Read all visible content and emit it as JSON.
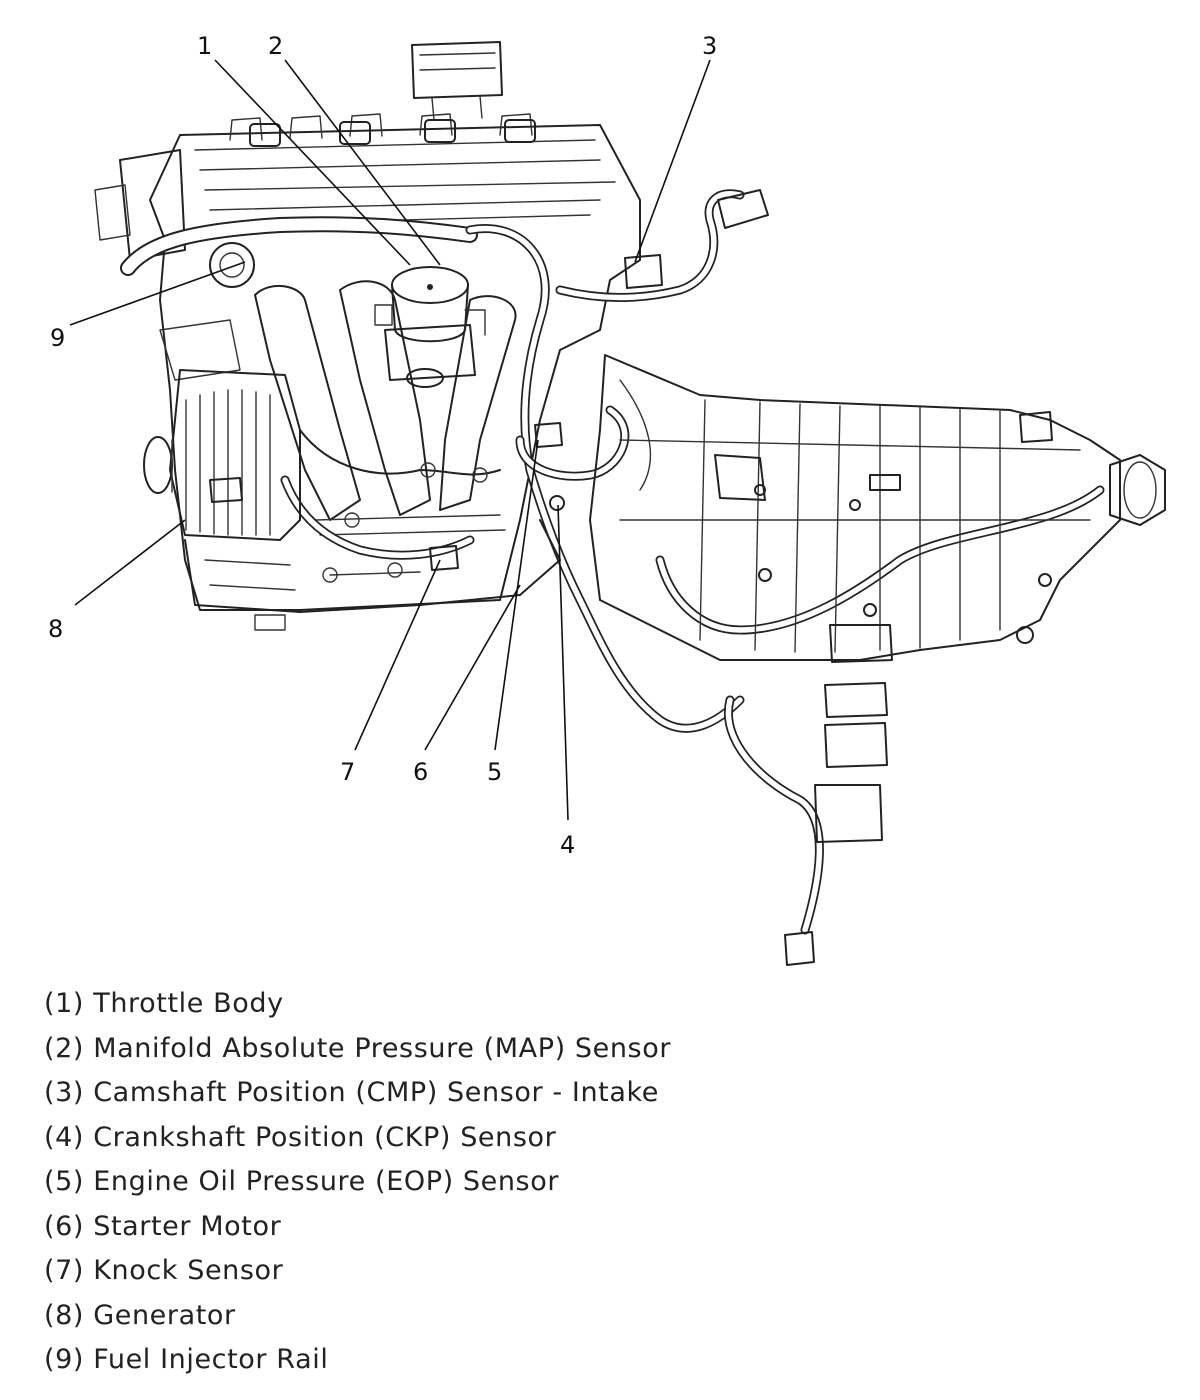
{
  "callouts": [
    {
      "num": "1",
      "label": "Throttle Body"
    },
    {
      "num": "2",
      "label": "Manifold Absolute Pressure (MAP) Sensor"
    },
    {
      "num": "3",
      "label": "Camshaft Position (CMP) Sensor - Intake"
    },
    {
      "num": "4",
      "label": "Crankshaft Position (CKP) Sensor"
    },
    {
      "num": "5",
      "label": "Engine Oil Pressure (EOP) Sensor"
    },
    {
      "num": "6",
      "label": "Starter Motor"
    },
    {
      "num": "7",
      "label": "Knock Sensor"
    },
    {
      "num": "8",
      "label": "Generator"
    },
    {
      "num": "9",
      "label": "Fuel Injector Rail"
    }
  ],
  "legend": [
    "(1) Throttle Body",
    "(2) Manifold Absolute Pressure (MAP) Sensor",
    "(3) Camshaft Position (CMP) Sensor - Intake",
    "(4) Crankshaft Position (CKP) Sensor",
    "(5) Engine Oil Pressure (EOP) Sensor",
    "(6) Starter Motor",
    "(7) Knock Sensor",
    "(8) Generator",
    "(9) Fuel Injector Rail"
  ]
}
